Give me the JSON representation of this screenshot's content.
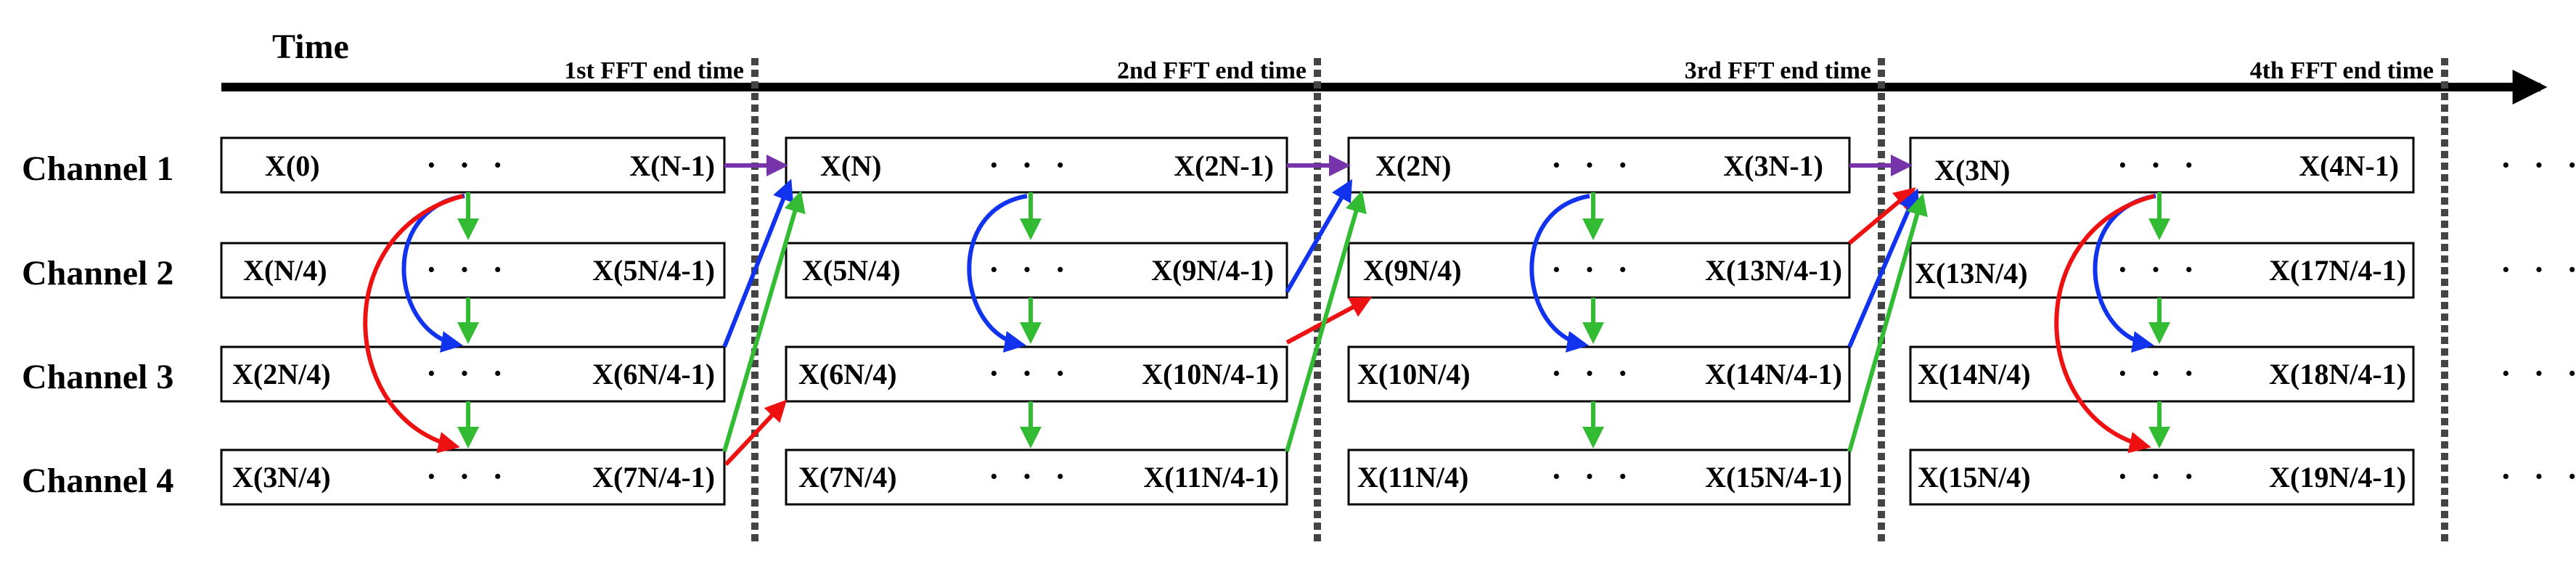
{
  "time_label": "Time",
  "end_labels": [
    "1st  FFT end time",
    "2nd  FFT end time",
    "3rd  FFT end time",
    "4th  FFT end time"
  ],
  "channels": [
    "Channel 1",
    "Channel 2",
    "Channel 3",
    "Channel 4"
  ],
  "blocks": [
    {
      "rows": [
        [
          "X(0)",
          "X(N-1)"
        ],
        [
          "X(N/4)",
          "X(5N/4-1)"
        ],
        [
          "X(2N/4)",
          "X(6N/4-1)"
        ],
        [
          "X(3N/4)",
          "X(7N/4-1)"
        ]
      ]
    },
    {
      "rows": [
        [
          "X(N)",
          "X(2N-1)"
        ],
        [
          "X(5N/4)",
          "X(9N/4-1)"
        ],
        [
          "X(6N/4)",
          "X(10N/4-1)"
        ],
        [
          "X(7N/4)",
          "X(11N/4-1)"
        ]
      ]
    },
    {
      "rows": [
        [
          "X(2N)",
          "X(3N-1)"
        ],
        [
          "X(9N/4)",
          "X(13N/4-1)"
        ],
        [
          "X(10N/4)",
          "X(14N/4-1)"
        ],
        [
          "X(11N/4)",
          "X(15N/4-1)"
        ]
      ]
    },
    {
      "rows": [
        [
          "X(3N)",
          "X(4N-1)"
        ],
        [
          "X(13N/4)",
          "X(17N/4-1)"
        ],
        [
          "X(14N/4)",
          "X(18N/4-1)"
        ],
        [
          "X(15N/4)",
          "X(19N/4-1)"
        ]
      ]
    }
  ],
  "ellipsis": "· · ·",
  "colors": {
    "red": "#ee1111",
    "blue": "#1133ee",
    "green": "#33bb33",
    "purple": "#7733aa",
    "axis": "#000000",
    "divider": "#444444"
  }
}
